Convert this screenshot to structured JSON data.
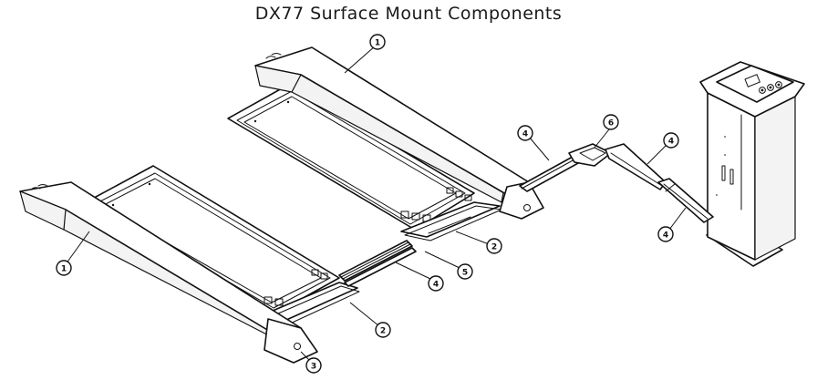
{
  "title": "DX77 Surface Mount Components",
  "callouts": [
    {
      "id": "callout-1-top",
      "label": "1"
    },
    {
      "id": "callout-1-left",
      "label": "1"
    },
    {
      "id": "callout-2-upper",
      "label": "2"
    },
    {
      "id": "callout-2-lower",
      "label": "2"
    },
    {
      "id": "callout-3",
      "label": "3"
    },
    {
      "id": "callout-4-upper-left",
      "label": "4"
    },
    {
      "id": "callout-4-upper-right",
      "label": "4"
    },
    {
      "id": "callout-4-right",
      "label": "4"
    },
    {
      "id": "callout-4-bottom",
      "label": "4"
    },
    {
      "id": "callout-5",
      "label": "5"
    },
    {
      "id": "callout-6",
      "label": "6"
    }
  ]
}
